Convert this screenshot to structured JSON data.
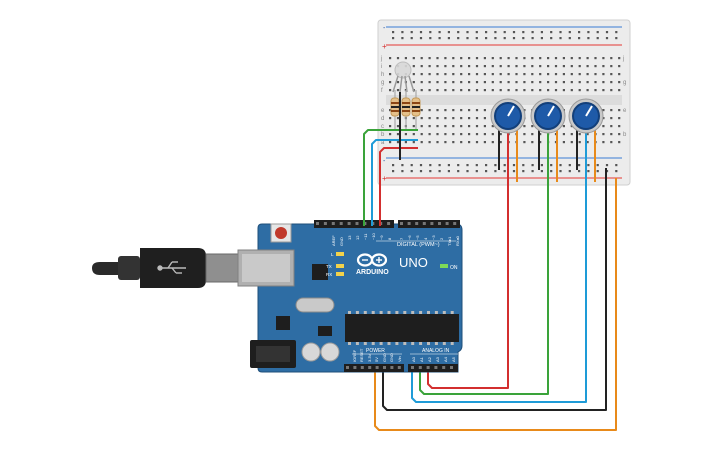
{
  "board": {
    "brand": "ARDUINO",
    "model": "UNO",
    "digital_label": "DIGITAL (PWM~)",
    "power_label": "POWER",
    "analog_label": "ANALOG IN",
    "on_label": "ON",
    "led_l": "L",
    "led_tx": "TX",
    "led_rx": "RX",
    "aref": "AREF",
    "gnd": "GND",
    "pin13": "13",
    "pin12": "12",
    "pin11": "~11",
    "pin10": "~10",
    "pin9": "~9",
    "pin8": "8",
    "pin7": "7",
    "pin6": "~6",
    "pin5": "~5",
    "pin4": "4",
    "pin3": "~3",
    "pin2": "2",
    "pin1": "TX▸1",
    "pin0": "RX◂0",
    "ioref": "IOREF",
    "reset": "RESET",
    "v33": "3.3V",
    "v5": "5V",
    "gnd1": "GND",
    "gnd2": "GND",
    "vin": "Vin",
    "a0": "A0",
    "a1": "A1",
    "a2": "A2",
    "a3": "A3",
    "a4": "A4",
    "a5": "A5"
  },
  "breadboard": {
    "row_a": "a",
    "row_b": "b",
    "row_c": "c",
    "row_d": "d",
    "row_e": "e",
    "row_f": "f",
    "row_g": "g",
    "row_h": "h",
    "row_i": "i",
    "row_j": "j",
    "plus": "+",
    "minus": "-"
  },
  "colors": {
    "board": "#2e6da4",
    "breadboard": "#eeeeee",
    "wire_red": "#d32f2f",
    "wire_green": "#3aa33a",
    "wire_blue": "#1e9bd7",
    "wire_black": "#222222",
    "wire_orange": "#e88a1a",
    "knob": "#1e5aa8"
  }
}
